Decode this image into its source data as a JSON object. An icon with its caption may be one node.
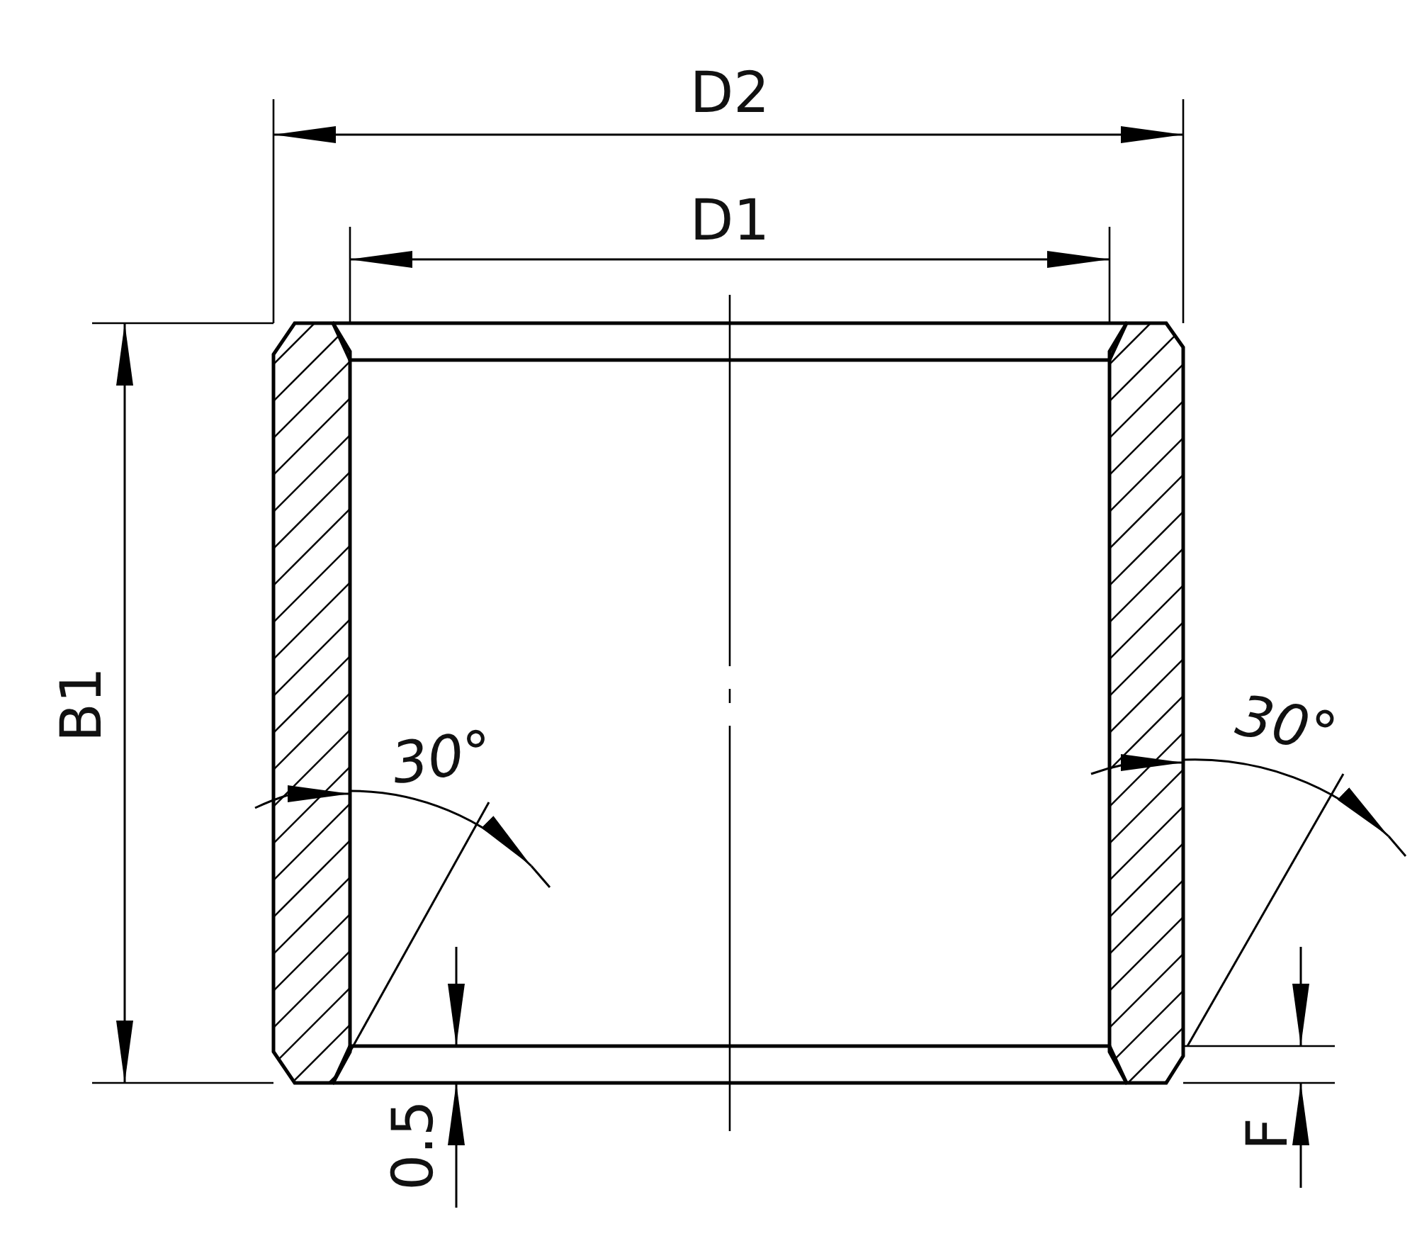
{
  "diagram": {
    "labels": [
      "D2",
      "D1",
      "B1",
      "30°",
      "30°",
      "0.5",
      "F"
    ]
  }
}
